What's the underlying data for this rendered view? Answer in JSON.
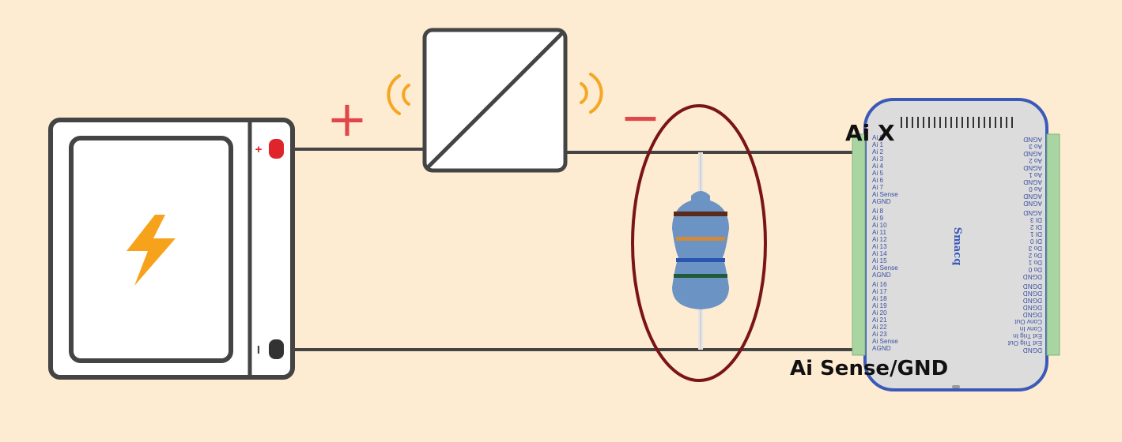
{
  "colors": {
    "background": "#fdecd1",
    "outline": "#444444",
    "positive_terminal": "#e0242b",
    "sign_marks": "#e0474c",
    "bolt": "#f7a21b",
    "signal_arcs": "#f5a623",
    "highlight_ellipse": "#7a1418",
    "resistor_body": "#6b93c4",
    "daq_border": "#3a59b8",
    "daq_body": "#dcdcdc",
    "connector": "#a8d5a2",
    "pin_text": "#3a4fa3"
  },
  "icons": {
    "power_source": "bolt-icon",
    "sensor": "transducer-block",
    "resistor": "resistor"
  },
  "power_supply": {
    "plus_mark": "+",
    "minus_mark": "I"
  },
  "signs": {
    "plus": "+",
    "minus": "−"
  },
  "callouts": {
    "ai_x": "Ai X",
    "ai_sense_gnd": "Ai Sense/GND"
  },
  "daq": {
    "brand": "Smacq",
    "left_pins": [
      "Ai 0",
      "Ai 1",
      "Ai 2",
      "Ai 3",
      "Ai 4",
      "Ai 5",
      "Ai 6",
      "Ai 7",
      "Ai Sense",
      "AGND",
      "Ai 8",
      "Ai 9",
      "Ai 10",
      "Ai 11",
      "Ai 12",
      "Ai 13",
      "Ai 14",
      "Ai 15",
      "Ai Sense",
      "AGND",
      "Ai 16",
      "Ai 17",
      "Ai 18",
      "Ai 19",
      "Ai 20",
      "Ai 21",
      "Ai 22",
      "Ai 23",
      "Ai Sense",
      "AGND"
    ],
    "right_pins": [
      "AGND",
      "Ao 3",
      "AGND",
      "Ao 2",
      "AGND",
      "Ao 1",
      "AGND",
      "Ao 0",
      "AGND",
      "AGND",
      "AGND",
      "DI 3",
      "DI 2",
      "DI 1",
      "DI 0",
      "Do 3",
      "Do 2",
      "Do 1",
      "Do 0",
      "DGND",
      "DGND",
      "DGND",
      "DGND",
      "DGND",
      "DGND",
      "Conv Out",
      "Conv In",
      "Ext Trig In",
      "Ext Trig Out",
      "DGND"
    ]
  }
}
